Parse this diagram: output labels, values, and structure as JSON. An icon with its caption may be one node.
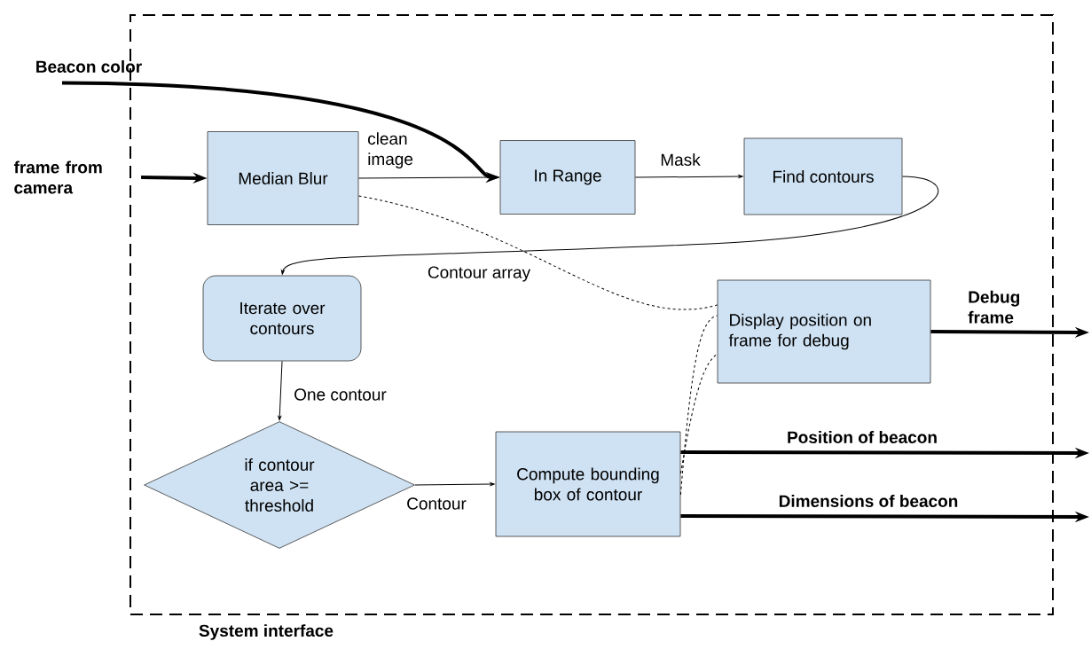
{
  "diagram": {
    "nodes": [
      {
        "text": [
          "System interface"
        ]
      },
      {
        "text": [
          "Beacon color"
        ]
      },
      {
        "text": [
          "frame from camera"
        ]
      },
      {
        "text": [
          "Median Blur"
        ],
        "in": 0
      },
      {
        "text": [
          "In Range"
        ],
        "in": 0
      },
      {
        "text": [
          "Find contours"
        ],
        "in": 0
      },
      {
        "text": [
          "Iterate over contours"
        ],
        "in": 0
      },
      {
        "text": [
          "if contour area >= threshold"
        ],
        "in": 0
      },
      {
        "text": [
          "Compute bounding box of contour"
        ],
        "in": 0
      },
      {
        "text": [
          "Display position on frame for debug"
        ],
        "in": 0
      }
    ],
    "edges": [
      {
        "from": 1,
        "to": 4,
        "arrow": "to",
        "style": "thick"
      },
      {
        "from": 2,
        "to": 3,
        "arrow": "to",
        "style": "thick"
      },
      {
        "from": 3,
        "to": 4,
        "arrow": "to",
        "label": "clean image"
      },
      {
        "from": 4,
        "to": 5,
        "arrow": "to",
        "label": "Mask"
      },
      {
        "from": 5,
        "to": 6,
        "arrow": "to",
        "label": "Contour array"
      },
      {
        "from": 6,
        "to": 7,
        "arrow": "to",
        "label": "One contour"
      },
      {
        "from": 7,
        "to": 8,
        "arrow": "to",
        "label": "Contour"
      },
      {
        "from": 3,
        "to": 9,
        "arrow": "none",
        "style": "dashed"
      },
      {
        "from": 8,
        "to": 9,
        "arrow": "none",
        "style": "dashed"
      },
      {
        "from": 8,
        "to": 9,
        "arrow": "none",
        "style": "dashed"
      },
      {
        "from": 9,
        "to": null,
        "arrow": "to",
        "style": "thick",
        "label": "Debug frame"
      },
      {
        "from": 8,
        "to": null,
        "arrow": "to",
        "style": "thick",
        "label": "Position of beacon"
      },
      {
        "from": 8,
        "to": null,
        "arrow": "to",
        "style": "thick",
        "label": "Dimensions of beacon"
      }
    ]
  }
}
